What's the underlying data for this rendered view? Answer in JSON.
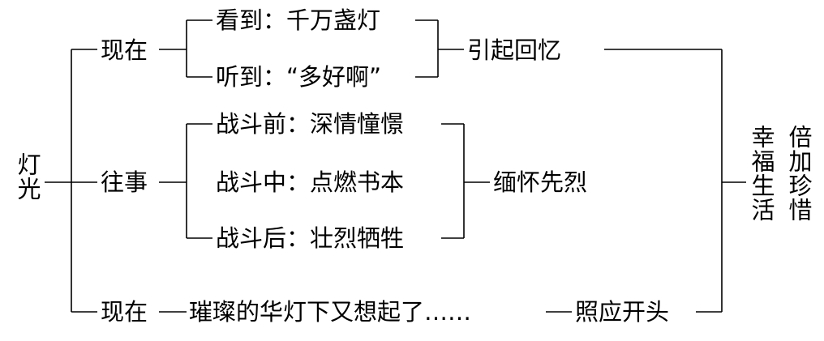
{
  "root": "灯光",
  "branches": {
    "now": "现在",
    "past": "往事",
    "now_end": "现在"
  },
  "now": {
    "see": "看到：千万盏灯",
    "hear": "听到：“多好啊”",
    "result": "引起回忆"
  },
  "past": {
    "before": "战斗前：深情憧憬",
    "during": "战斗中：点燃书本",
    "after": "战斗后：壮烈牺牲",
    "result": "缅怀先烈"
  },
  "ending": {
    "scene": "璀璨的华灯下又想起了……",
    "result": "照应开头"
  },
  "conclusion": {
    "col1": "幸福生活",
    "col2": "倍加珍惜"
  }
}
